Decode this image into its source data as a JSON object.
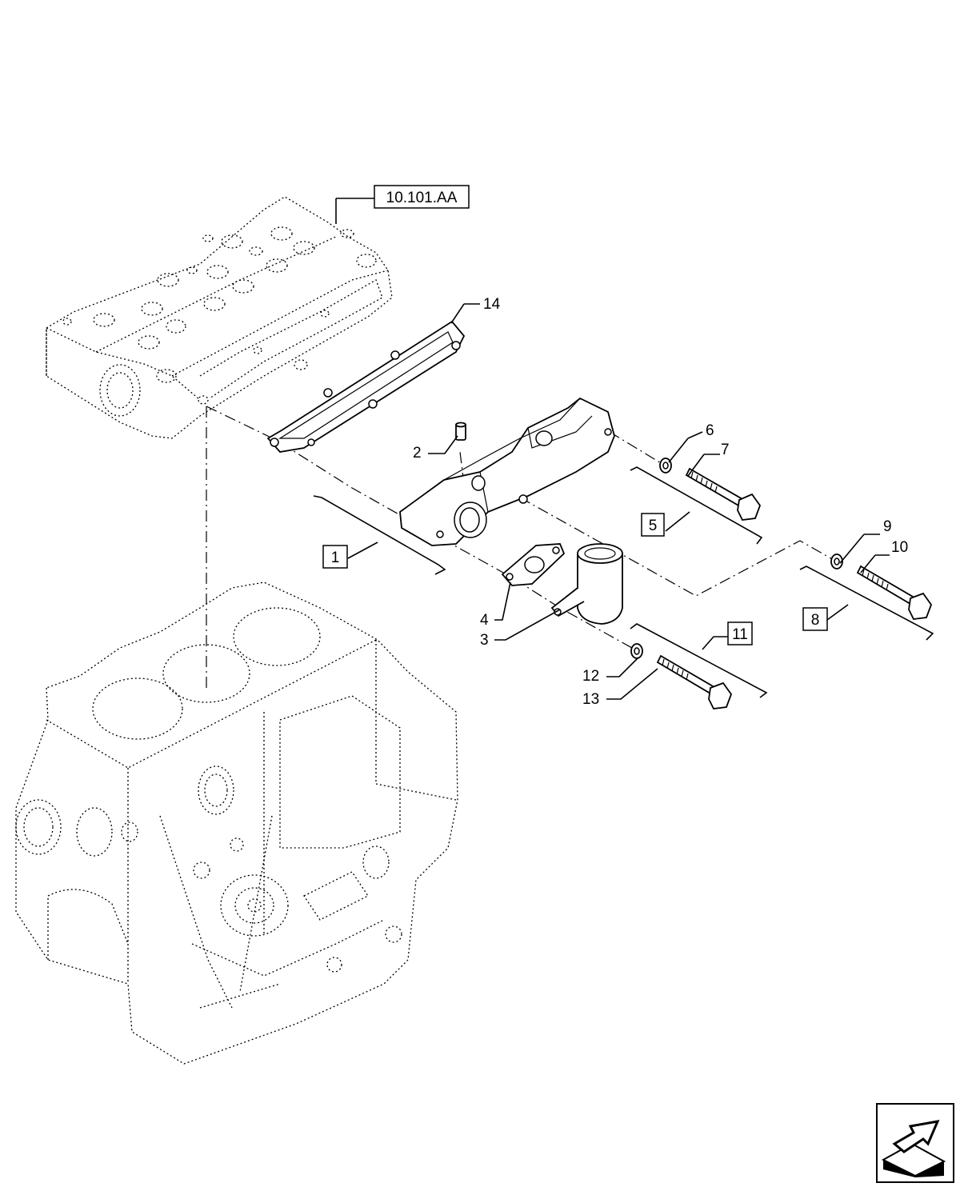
{
  "reference": {
    "text": "10.101.AA"
  },
  "callouts": [
    {
      "id": "c1",
      "text": "1",
      "boxed": true
    },
    {
      "id": "c2",
      "text": "2",
      "boxed": false
    },
    {
      "id": "c3",
      "text": "3",
      "boxed": false
    },
    {
      "id": "c4",
      "text": "4",
      "boxed": false
    },
    {
      "id": "c5",
      "text": "5",
      "boxed": true
    },
    {
      "id": "c6",
      "text": "6",
      "boxed": false
    },
    {
      "id": "c7",
      "text": "7",
      "boxed": false
    },
    {
      "id": "c8",
      "text": "8",
      "boxed": true
    },
    {
      "id": "c9",
      "text": "9",
      "boxed": false
    },
    {
      "id": "c10",
      "text": "10",
      "boxed": false
    },
    {
      "id": "c11",
      "text": "11",
      "boxed": true
    },
    {
      "id": "c12",
      "text": "12",
      "boxed": false
    },
    {
      "id": "c13",
      "text": "13",
      "boxed": false
    },
    {
      "id": "c14",
      "text": "14",
      "boxed": false
    }
  ],
  "icons": {
    "nav": "next-page-arrow-icon"
  }
}
